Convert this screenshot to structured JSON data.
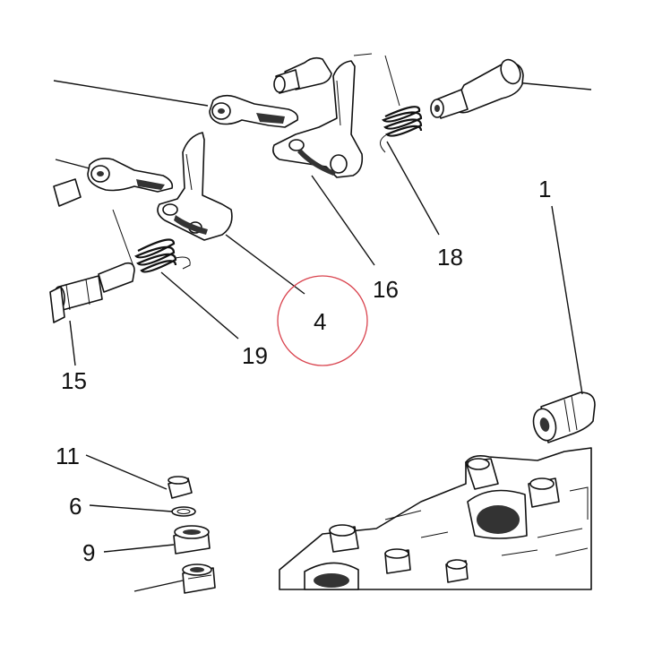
{
  "diagram": {
    "callouts": {
      "c1": "1",
      "c4": "4",
      "c6": "6",
      "c9": "9",
      "c11": "11",
      "c15": "15",
      "c16": "16",
      "c18": "18",
      "c19": "19"
    },
    "colors": {
      "line": "#111111",
      "highlight_circle": "#d9434e",
      "background": "#ffffff"
    }
  }
}
